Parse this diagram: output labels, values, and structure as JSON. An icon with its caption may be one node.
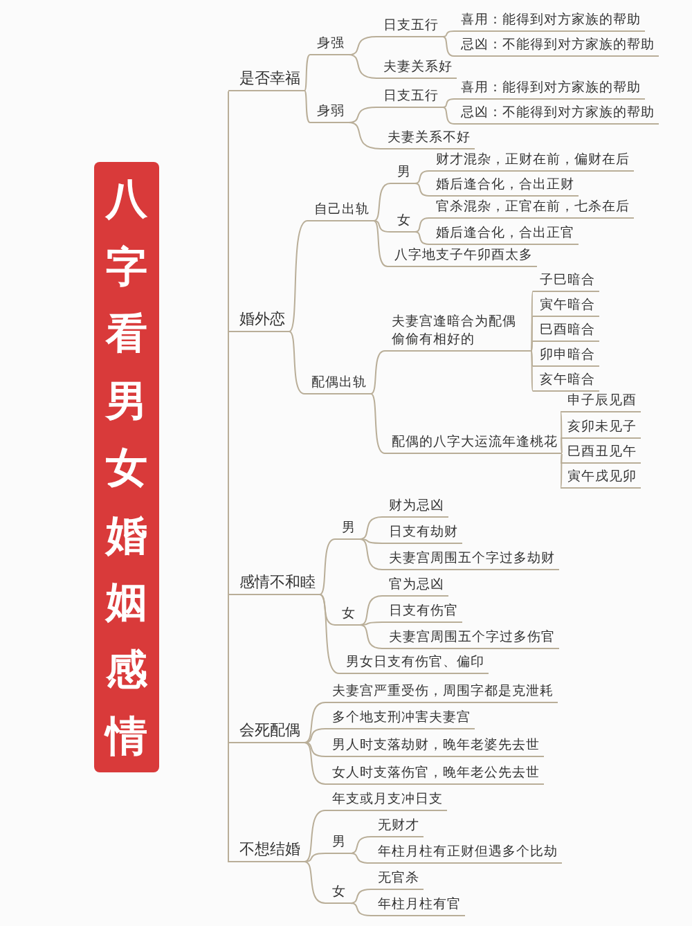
{
  "diagram": {
    "title": "八字看男女婚姻感情",
    "nodes": [
      {
        "text": [
          "是否幸福"
        ]
      },
      {
        "text": [
          "身强"
        ]
      },
      {
        "text": [
          "日支五行"
        ]
      },
      {
        "text": [
          "喜用：能得到对方家族的帮助"
        ]
      },
      {
        "text": [
          "忌凶：不能得到对方家族的帮助"
        ]
      },
      {
        "text": [
          "夫妻关系好"
        ]
      },
      {
        "text": [
          "身弱"
        ]
      },
      {
        "text": [
          "日支五行"
        ]
      },
      {
        "text": [
          "喜用：能得到对方家族的帮助"
        ]
      },
      {
        "text": [
          "忌凶：不能得到对方家族的帮助"
        ]
      },
      {
        "text": [
          "夫妻关系不好"
        ]
      },
      {
        "text": [
          "婚外恋"
        ]
      },
      {
        "text": [
          "自己出轨"
        ]
      },
      {
        "text": [
          "男"
        ]
      },
      {
        "text": [
          "财才混杂，正财在前，偏财在后"
        ]
      },
      {
        "text": [
          "婚后逢合化，合出正财"
        ]
      },
      {
        "text": [
          "女"
        ]
      },
      {
        "text": [
          "官杀混杂，正官在前，七杀在后"
        ]
      },
      {
        "text": [
          "婚后逢合化，合出正官"
        ]
      },
      {
        "text": [
          "八字地支子午卯酉太多"
        ]
      },
      {
        "text": [
          "配偶出轨"
        ]
      },
      {
        "text": [
          "夫妻宫逢暗合为配偶偷偷有相好的"
        ]
      },
      {
        "text": [
          "子巳暗合"
        ]
      },
      {
        "text": [
          "寅午暗合"
        ]
      },
      {
        "text": [
          "巳酉暗合"
        ]
      },
      {
        "text": [
          "卯申暗合"
        ]
      },
      {
        "text": [
          "亥午暗合"
        ]
      },
      {
        "text": [
          "配偶的八字大运流年逢桃花"
        ]
      },
      {
        "text": [
          "申子辰见酉"
        ]
      },
      {
        "text": [
          "亥卯未见子"
        ]
      },
      {
        "text": [
          "巳酉丑见午"
        ]
      },
      {
        "text": [
          "寅午戌见卯"
        ]
      },
      {
        "text": [
          "感情不和睦"
        ]
      },
      {
        "text": [
          "男"
        ]
      },
      {
        "text": [
          "财为忌凶"
        ]
      },
      {
        "text": [
          "日支有劫财"
        ]
      },
      {
        "text": [
          "夫妻宫周围五个字过多劫财"
        ]
      },
      {
        "text": [
          "女"
        ]
      },
      {
        "text": [
          "官为忌凶"
        ]
      },
      {
        "text": [
          "日支有伤官"
        ]
      },
      {
        "text": [
          "夫妻宫周围五个字过多伤官"
        ]
      },
      {
        "text": [
          "男女日支有伤官、偏印"
        ]
      },
      {
        "text": [
          "会死配偶"
        ]
      },
      {
        "text": [
          "夫妻宫严重受伤，周围字都是克泄耗"
        ]
      },
      {
        "text": [
          "多个地支刑冲害夫妻宫"
        ]
      },
      {
        "text": [
          "男人时支落劫财，晚年老婆先去世"
        ]
      },
      {
        "text": [
          "女人时支落伤官，晚年老公先去世"
        ]
      },
      {
        "text": [
          "不想结婚"
        ]
      },
      {
        "text": [
          "年支或月支冲日支"
        ]
      },
      {
        "text": [
          "男"
        ]
      },
      {
        "text": [
          "无财才"
        ]
      },
      {
        "text": [
          "年柱月柱有正财但遇多个比劫"
        ]
      },
      {
        "text": [
          "女"
        ]
      },
      {
        "text": [
          "无官杀"
        ]
      },
      {
        "text": [
          "年柱月柱有官"
        ]
      }
    ],
    "edges": [
      {
        "from": 0,
        "to": 11,
        "arrow": "none"
      },
      {
        "from": 11,
        "to": 32,
        "arrow": "none"
      },
      {
        "from": 32,
        "to": 42,
        "arrow": "none"
      },
      {
        "from": 42,
        "to": 47,
        "arrow": "none"
      },
      {
        "from": 0,
        "to": 1,
        "arrow": "none"
      },
      {
        "from": 1,
        "to": 2,
        "arrow": "none"
      },
      {
        "from": 2,
        "to": 3,
        "arrow": "none"
      },
      {
        "from": 2,
        "to": 4,
        "arrow": "none"
      },
      {
        "from": 1,
        "to": 5,
        "arrow": "none"
      },
      {
        "from": 0,
        "to": 6,
        "arrow": "none"
      },
      {
        "from": 6,
        "to": 7,
        "arrow": "none"
      },
      {
        "from": 7,
        "to": 8,
        "arrow": "none"
      },
      {
        "from": 7,
        "to": 9,
        "arrow": "none"
      },
      {
        "from": 6,
        "to": 10,
        "arrow": "none"
      },
      {
        "from": 11,
        "to": 12,
        "arrow": "none"
      },
      {
        "from": 12,
        "to": 13,
        "arrow": "none"
      },
      {
        "from": 13,
        "to": 14,
        "arrow": "none"
      },
      {
        "from": 13,
        "to": 15,
        "arrow": "none"
      },
      {
        "from": 12,
        "to": 16,
        "arrow": "none"
      },
      {
        "from": 16,
        "to": 17,
        "arrow": "none"
      },
      {
        "from": 16,
        "to": 18,
        "arrow": "none"
      },
      {
        "from": 12,
        "to": 19,
        "arrow": "none"
      },
      {
        "from": 11,
        "to": 20,
        "arrow": "none"
      },
      {
        "from": 20,
        "to": 21,
        "arrow": "none"
      },
      {
        "from": 21,
        "to": 22,
        "arrow": "none"
      },
      {
        "from": 21,
        "to": 23,
        "arrow": "none"
      },
      {
        "from": 21,
        "to": 24,
        "arrow": "none"
      },
      {
        "from": 21,
        "to": 25,
        "arrow": "none"
      },
      {
        "from": 21,
        "to": 26,
        "arrow": "none"
      },
      {
        "from": 20,
        "to": 27,
        "arrow": "none"
      },
      {
        "from": 27,
        "to": 28,
        "arrow": "none"
      },
      {
        "from": 27,
        "to": 29,
        "arrow": "none"
      },
      {
        "from": 27,
        "to": 30,
        "arrow": "none"
      },
      {
        "from": 27,
        "to": 31,
        "arrow": "none"
      },
      {
        "from": 32,
        "to": 33,
        "arrow": "none"
      },
      {
        "from": 33,
        "to": 34,
        "arrow": "none"
      },
      {
        "from": 33,
        "to": 35,
        "arrow": "none"
      },
      {
        "from": 33,
        "to": 36,
        "arrow": "none"
      },
      {
        "from": 32,
        "to": 37,
        "arrow": "none"
      },
      {
        "from": 37,
        "to": 38,
        "arrow": "none"
      },
      {
        "from": 37,
        "to": 39,
        "arrow": "none"
      },
      {
        "from": 37,
        "to": 40,
        "arrow": "none"
      },
      {
        "from": 32,
        "to": 41,
        "arrow": "none"
      },
      {
        "from": 42,
        "to": 43,
        "arrow": "none"
      },
      {
        "from": 42,
        "to": 44,
        "arrow": "none"
      },
      {
        "from": 42,
        "to": 45,
        "arrow": "none"
      },
      {
        "from": 42,
        "to": 46,
        "arrow": "none"
      },
      {
        "from": 47,
        "to": 48,
        "arrow": "none"
      },
      {
        "from": 47,
        "to": 49,
        "arrow": "none"
      },
      {
        "from": 49,
        "to": 50,
        "arrow": "none"
      },
      {
        "from": 49,
        "to": 51,
        "arrow": "none"
      },
      {
        "from": 47,
        "to": 52,
        "arrow": "none"
      },
      {
        "from": 52,
        "to": 53,
        "arrow": "none"
      },
      {
        "from": 52,
        "to": 54,
        "arrow": "none"
      }
    ]
  }
}
